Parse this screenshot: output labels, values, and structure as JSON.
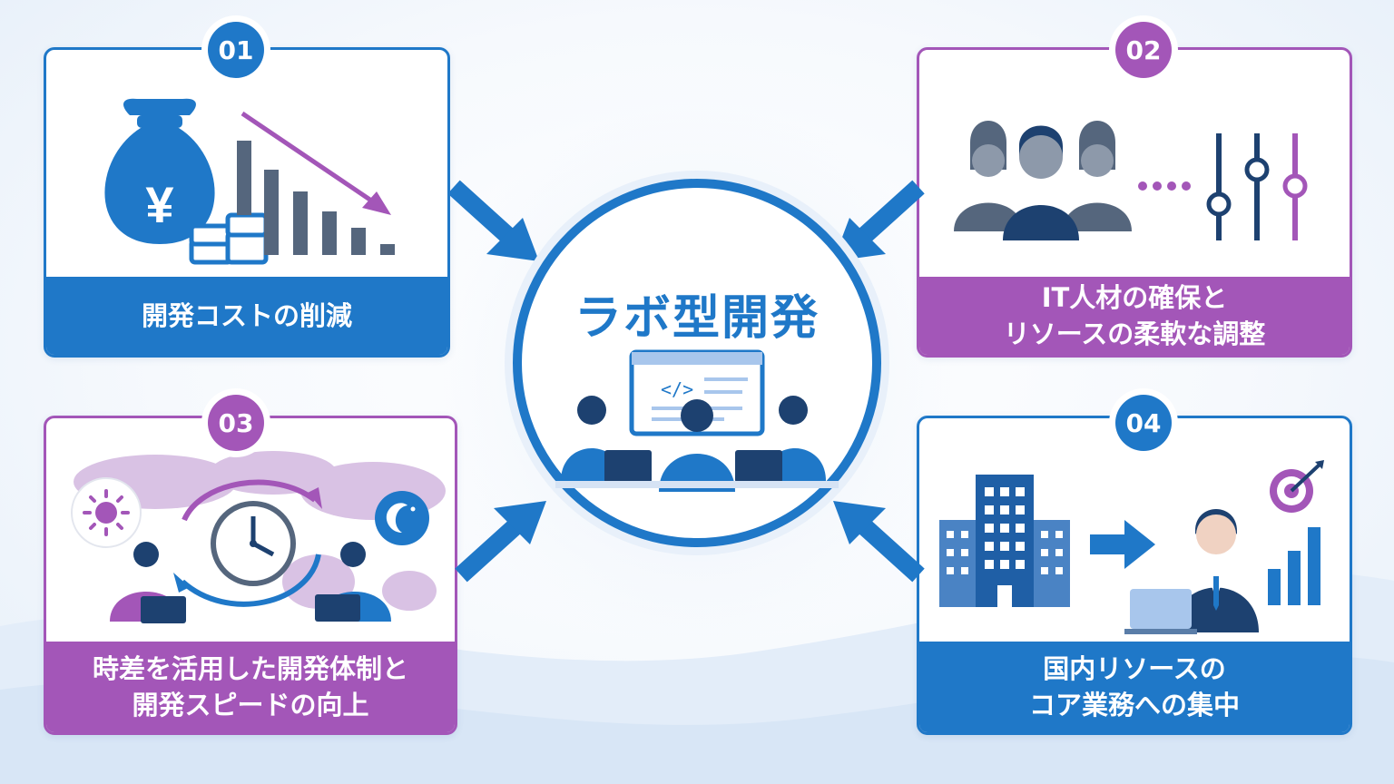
{
  "center": {
    "title": "ラボ型開発"
  },
  "cards": [
    {
      "number": "01",
      "lines": [
        "開発コストの削減"
      ],
      "theme": "blue",
      "icons": [
        "money-bag-yen-icon",
        "coin-stack-icon",
        "declining-bar-chart-icon",
        "down-arrow-icon"
      ]
    },
    {
      "number": "02",
      "lines": [
        "IT人材の確保と",
        "リソースの柔軟な調整"
      ],
      "theme": "purple",
      "icons": [
        "people-group-icon",
        "slider-controls-icon"
      ]
    },
    {
      "number": "03",
      "lines": [
        "時差を活用した開発体制と",
        "開発スピードの向上"
      ],
      "theme": "purple",
      "icons": [
        "sun-icon",
        "clock-icon",
        "moon-icon",
        "world-map-icon"
      ]
    },
    {
      "number": "04",
      "lines": [
        "国内リソースの",
        "コア業務への集中"
      ],
      "theme": "blue",
      "icons": [
        "office-building-icon",
        "right-arrow-icon",
        "business-person-icon",
        "target-icon",
        "growth-chart-icon"
      ]
    }
  ],
  "colors": {
    "blue": "#1f78c8",
    "purple": "#a356b8",
    "navy": "#1d4170",
    "slate": "#55667d"
  }
}
